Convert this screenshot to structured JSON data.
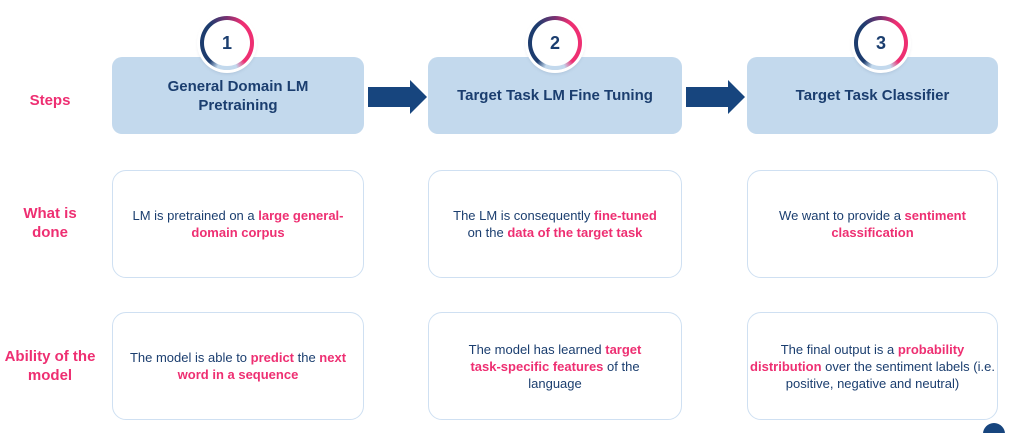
{
  "palette": {
    "navy": "#1b3e6f",
    "pink": "#ee2f72",
    "header_bg": "#c3d9ed",
    "box_border": "#cfe0f2",
    "arrow": "#17457e",
    "ring_navy": "#1d3c6e"
  },
  "row_labels": {
    "steps": "Steps",
    "what_is_done": "What is done",
    "ability": "Ability of the model"
  },
  "steps": [
    {
      "number": "1",
      "title": "General Domain LM Pretraining",
      "what": [
        {
          "t": "LM is pretrained on a ",
          "hl": false
        },
        {
          "t": "large general-domain corpus",
          "hl": true
        }
      ],
      "ability": [
        {
          "t": "The model is able to ",
          "hl": false
        },
        {
          "t": "predict",
          "hl": true
        },
        {
          "t": " the ",
          "hl": false
        },
        {
          "t": "next word in a sequence",
          "hl": true
        }
      ]
    },
    {
      "number": "2",
      "title": "Target Task LM Fine Tuning",
      "what": [
        {
          "t": "The LM is consequently ",
          "hl": false
        },
        {
          "t": "fine-tuned",
          "hl": true
        },
        {
          "t": " on the ",
          "hl": false
        },
        {
          "t": "data of the target task",
          "hl": true
        }
      ],
      "ability": [
        {
          "t": "The model has learned ",
          "hl": false
        },
        {
          "t": "target task-specific features",
          "hl": true
        },
        {
          "t": " of the language",
          "hl": false
        }
      ]
    },
    {
      "number": "3",
      "title": "Target Task Classifier",
      "what": [
        {
          "t": "We want to provide a ",
          "hl": false
        },
        {
          "t": "sentiment classification",
          "hl": true
        }
      ],
      "ability": [
        {
          "t": "The final output is a ",
          "hl": false
        },
        {
          "t": "probability distribution",
          "hl": true
        },
        {
          "t": " over the sentiment labels (i.e. positive, negative and neutral)",
          "hl": false
        }
      ]
    }
  ]
}
